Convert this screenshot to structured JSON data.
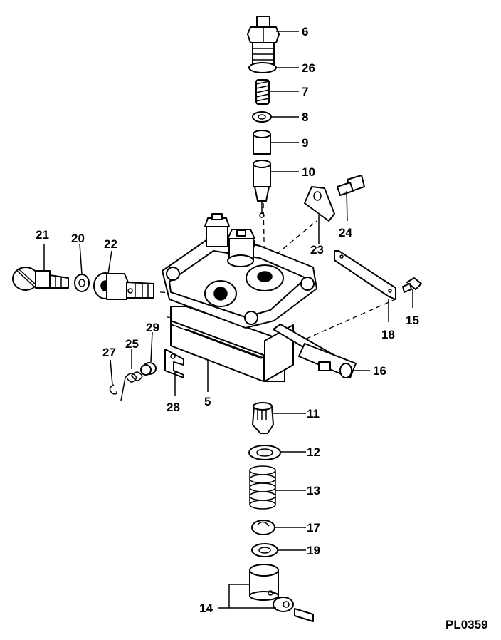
{
  "diagram": {
    "type": "exploded-parts-view",
    "drawing_code": "PL0359",
    "callouts": [
      {
        "id": "c6",
        "text": "6"
      },
      {
        "id": "c26",
        "text": "26"
      },
      {
        "id": "c7",
        "text": "7"
      },
      {
        "id": "c8",
        "text": "8"
      },
      {
        "id": "c9",
        "text": "9"
      },
      {
        "id": "c10",
        "text": "10"
      },
      {
        "id": "c21",
        "text": "21"
      },
      {
        "id": "c20",
        "text": "20"
      },
      {
        "id": "c22",
        "text": "22"
      },
      {
        "id": "c24",
        "text": "24"
      },
      {
        "id": "c23",
        "text": "23"
      },
      {
        "id": "c15",
        "text": "15"
      },
      {
        "id": "c18",
        "text": "18"
      },
      {
        "id": "c27",
        "text": "27"
      },
      {
        "id": "c25",
        "text": "25"
      },
      {
        "id": "c29",
        "text": "29"
      },
      {
        "id": "c28",
        "text": "28"
      },
      {
        "id": "c5",
        "text": "5"
      },
      {
        "id": "c16",
        "text": "16"
      },
      {
        "id": "c11",
        "text": "11"
      },
      {
        "id": "c12",
        "text": "12"
      },
      {
        "id": "c13",
        "text": "13"
      },
      {
        "id": "c17",
        "text": "17"
      },
      {
        "id": "c19",
        "text": "19"
      },
      {
        "id": "c14",
        "text": "14"
      }
    ]
  }
}
